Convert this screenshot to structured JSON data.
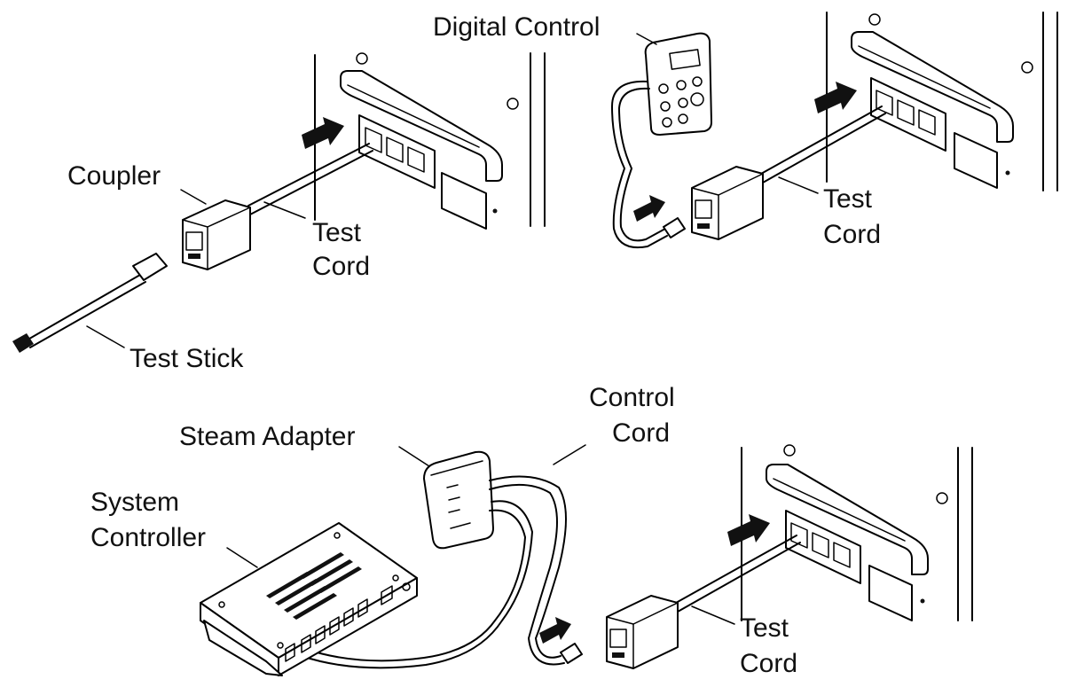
{
  "labels": {
    "coupler": "Coupler",
    "test_cord_1": [
      "Test",
      "Cord"
    ],
    "test_stick": "Test Stick",
    "digital_control": "Digital Control",
    "test_cord_2": [
      "Test",
      "Cord"
    ],
    "steam_adapter": "Steam Adapter",
    "control_cord": [
      "Control",
      "Cord"
    ],
    "system_controller": [
      "System",
      "Controller"
    ],
    "test_cord_3": [
      "Test",
      "Cord"
    ]
  },
  "colors": {
    "ink": "#000000",
    "background": "#ffffff"
  },
  "icons": [
    "arrow-right-icon",
    "rj45-plug-icon",
    "wall-jack-panel-icon"
  ]
}
